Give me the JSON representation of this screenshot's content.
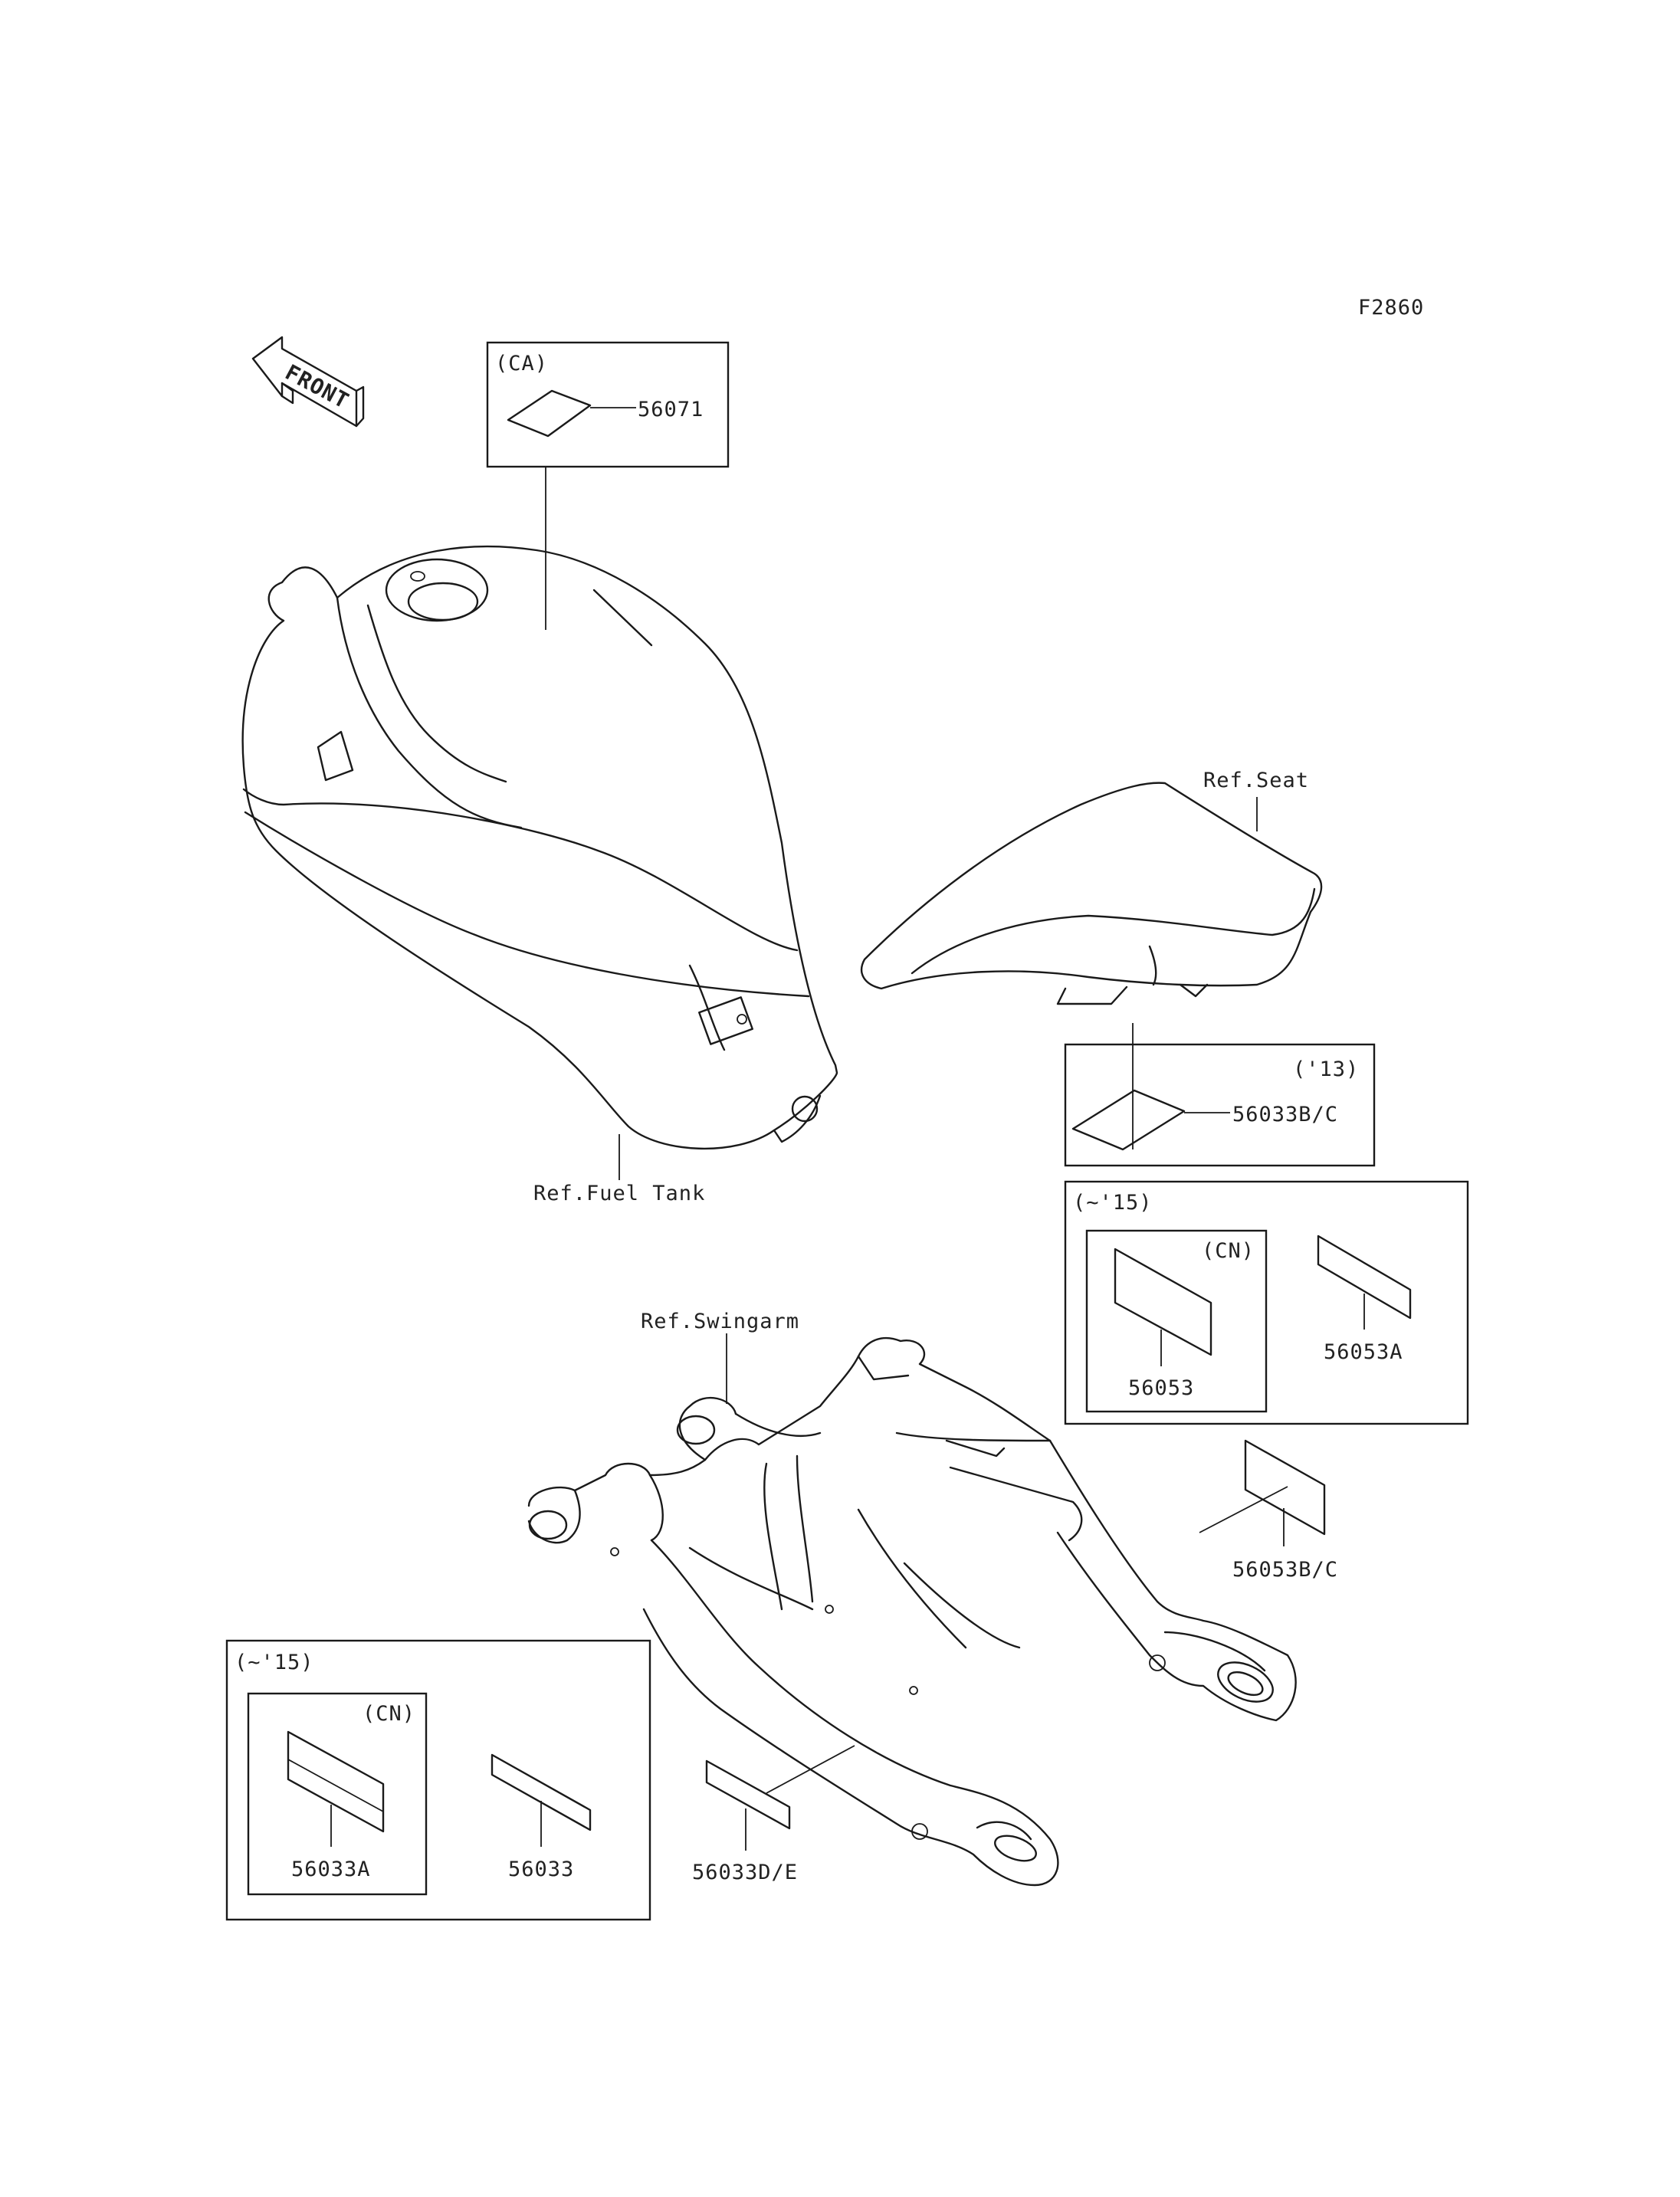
{
  "figure_code": "F2860",
  "front_arrow": {
    "label": "FRONT",
    "icon": "front-direction-arrow-icon"
  },
  "boxes": {
    "ca": {
      "condition": "(CA)",
      "part": "56071"
    },
    "y13": {
      "condition": "('13)",
      "part": "56033B/C"
    },
    "y15_upper": {
      "condition": "(~'15)",
      "cn_condition": "(CN)",
      "cn_part": "56053",
      "part": "56053A"
    },
    "y15_lower": {
      "condition": "(~'15)",
      "cn_condition": "(CN)",
      "cn_part": "56033A",
      "part": "56033"
    }
  },
  "references": {
    "fuel_tank": "Ref.Fuel Tank",
    "seat": "Ref.Seat",
    "swingarm": "Ref.Swingarm"
  },
  "parts": {
    "swingarm_right": "56053B/C",
    "swingarm_bottom": "56033D/E"
  }
}
